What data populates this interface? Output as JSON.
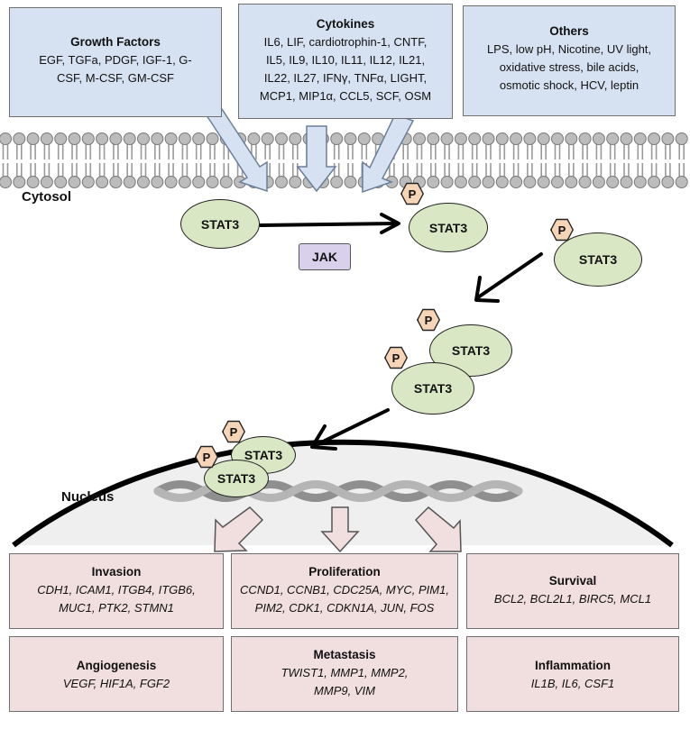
{
  "top_boxes": {
    "growth_factors": {
      "title": "Growth Factors",
      "lines": [
        "EGF, TGFa, PDGF, IGF-1, G-",
        "CSF, M-CSF, GM-CSF"
      ]
    },
    "cytokines": {
      "title": "Cytokines",
      "lines": [
        "IL6, LIF, cardiotrophin-1, CNTF,",
        "IL5, IL9, IL10, IL11, IL12, IL21,",
        "IL22, IL27, IFNγ, TNFα, LIGHT,",
        "MCP1, MIP1α, CCL5, SCF, OSM"
      ]
    },
    "others": {
      "title": "Others",
      "lines": [
        "LPS, low pH, Nicotine, UV light,",
        "oxidative stress, bile acids,",
        "osmotic shock, HCV, leptin"
      ]
    }
  },
  "compartments": {
    "cytosol": "Cytosol",
    "nucleus": "Nucleus"
  },
  "molecules": {
    "stat3": "STAT3",
    "phospho": "P",
    "jak": "JAK"
  },
  "outcome_boxes": {
    "invasion": {
      "title": "Invasion",
      "lines": [
        "CDH1, ICAM1, ITGB4, ITGB6,",
        "MUC1, PTK2, STMN1"
      ]
    },
    "proliferation": {
      "title": "Proliferation",
      "lines": [
        "CCND1, CCNB1, CDC25A, MYC, PIM1,",
        "PIM2, CDK1, CDKN1A, JUN, FOS"
      ]
    },
    "survival": {
      "title": "Survival",
      "lines": [
        "BCL2, BCL2L1, BIRC5, MCL1"
      ]
    },
    "angiogenesis": {
      "title": "Angiogenesis",
      "lines": [
        "VEGF, HIF1A, FGF2"
      ]
    },
    "metastasis": {
      "title": "Metastasis",
      "lines": [
        "TWIST1, MMP1, MMP2,",
        "MMP9, VIM"
      ]
    },
    "inflammation": {
      "title": "Inflammation",
      "lines": [
        "IL1B, IL6, CSF1"
      ]
    }
  },
  "colors": {
    "signal_box": "#d6e2f2",
    "outcome_box": "#f1dede",
    "stat3_fill": "#d9e7c4",
    "phospho_fill": "#f6d5b6",
    "jak_fill": "#d9d0ec",
    "membrane": "#9a9a9a",
    "nucleus_fill": "#efefef"
  }
}
